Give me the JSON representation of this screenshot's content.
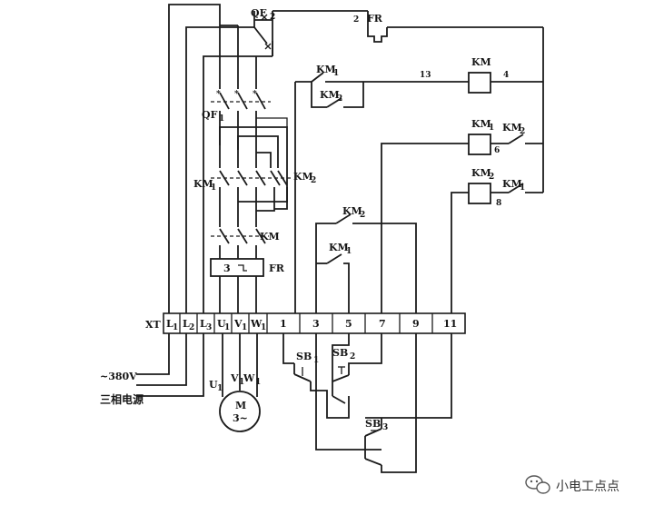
{
  "labels": {
    "qf2": "QF",
    "qf2_sub": "2",
    "qf1": "QF",
    "qf1_sub": "1",
    "km1_power": "KM",
    "km1_power_sub": "1",
    "km2_power": "KM",
    "km2_power_sub": "2",
    "km_main": "KM",
    "fr_relay": "FR",
    "fr_relay_box": "3",
    "fr_contact": "FR",
    "wire_2": "2",
    "wire_13": "13",
    "wire_4": "4",
    "wire_6": "6",
    "wire_8": "8",
    "c_km1_a": "KM",
    "c_km1_a_sub": "1",
    "c_km2_a": "KM",
    "c_km2_a_sub": "2",
    "c_km_coil": "KM",
    "c_km1_coil": "KM",
    "c_km1_coil_sub": "1",
    "c_km2_self": "KM",
    "c_km2_self_sub": "2",
    "c_km2_coil": "KM",
    "c_km2_coil_sub": "2",
    "c_km1_inter": "KM",
    "c_km1_inter_sub": "1",
    "c_km2_low": "KM",
    "c_km2_low_sub": "2",
    "c_km1_low": "KM",
    "c_km1_low_sub": "1",
    "sb1": "SB",
    "sb1_sub": "1",
    "sb2": "SB",
    "sb2_sub": "2",
    "sb3": "SB",
    "sb3_sub": "3",
    "motor": "M",
    "motor_phase": "3~",
    "u1_below": "U",
    "u1_below_sub": "1",
    "v1_below": "V",
    "v1_below_sub": "1",
    "w1_below": "W",
    "w1_below_sub": "1",
    "xt": "XT",
    "supply_voltage": "~380V",
    "supply_name": "三相电源",
    "watermark": "小电工点点"
  },
  "terminals": [
    {
      "main": "L",
      "sub": "1"
    },
    {
      "main": "L",
      "sub": "2"
    },
    {
      "main": "L",
      "sub": "3"
    },
    {
      "main": "U",
      "sub": "1"
    },
    {
      "main": "V",
      "sub": "1"
    },
    {
      "main": "W",
      "sub": "1"
    },
    {
      "main": "1",
      "sub": ""
    },
    {
      "main": "3",
      "sub": ""
    },
    {
      "main": "5",
      "sub": ""
    },
    {
      "main": "7",
      "sub": ""
    },
    {
      "main": "9",
      "sub": ""
    },
    {
      "main": "11",
      "sub": ""
    }
  ]
}
